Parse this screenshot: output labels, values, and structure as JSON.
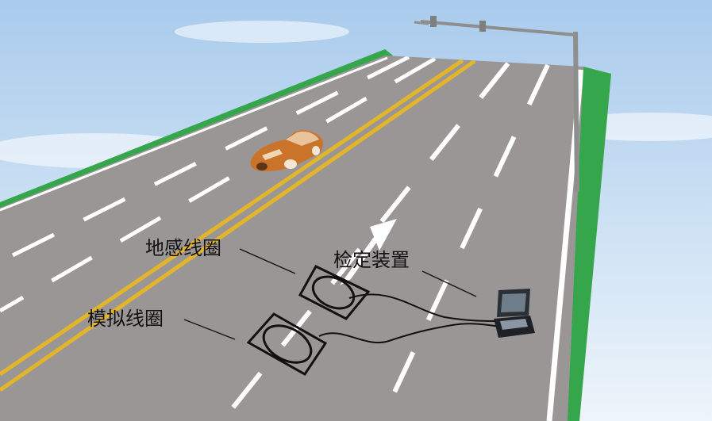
{
  "labels": {
    "ground_loop": "地感线圈",
    "simulated_loop": "模拟线圈",
    "detection_device": "检定装置"
  },
  "colors": {
    "sky_top": "#a9cbec",
    "sky_bottom": "#e8f2fb",
    "road": "#9b9696",
    "grass": "#35a64b",
    "lane_white": "#ffffff",
    "center_yellow": "#e3b52a",
    "pole": "#8e8e8e",
    "car": "#c9742a"
  },
  "icons": [
    "road-icon",
    "car-icon",
    "gantry-pole-icon",
    "direction-arrow-icon",
    "loop-coil-icon",
    "detector-device-icon"
  ]
}
